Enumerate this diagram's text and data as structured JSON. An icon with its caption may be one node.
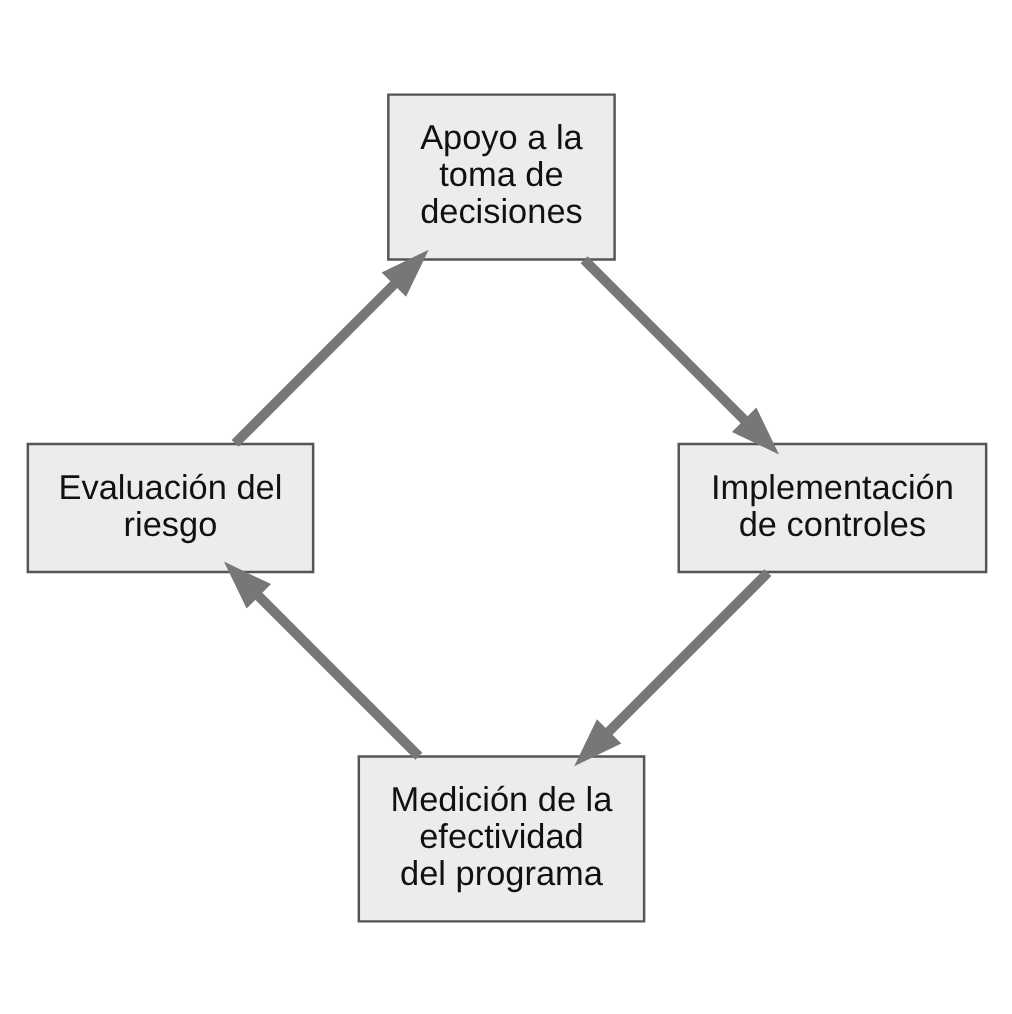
{
  "diagram": {
    "nodes": [
      {
        "text": [
          "Medición de la efectividad del programa"
        ]
      },
      {
        "text": [
          "Evaluación del riesgo"
        ]
      },
      {
        "text": [
          "Apoyo a la toma de decisiones"
        ]
      },
      {
        "text": [
          "Implementación de controles"
        ]
      }
    ],
    "edges": [
      {
        "from": 0,
        "to": 1,
        "arrow": "to"
      },
      {
        "from": 1,
        "to": 2,
        "arrow": "to"
      },
      {
        "from": 2,
        "to": 3,
        "arrow": "to"
      },
      {
        "from": 3,
        "to": 0,
        "arrow": "to"
      }
    ]
  }
}
